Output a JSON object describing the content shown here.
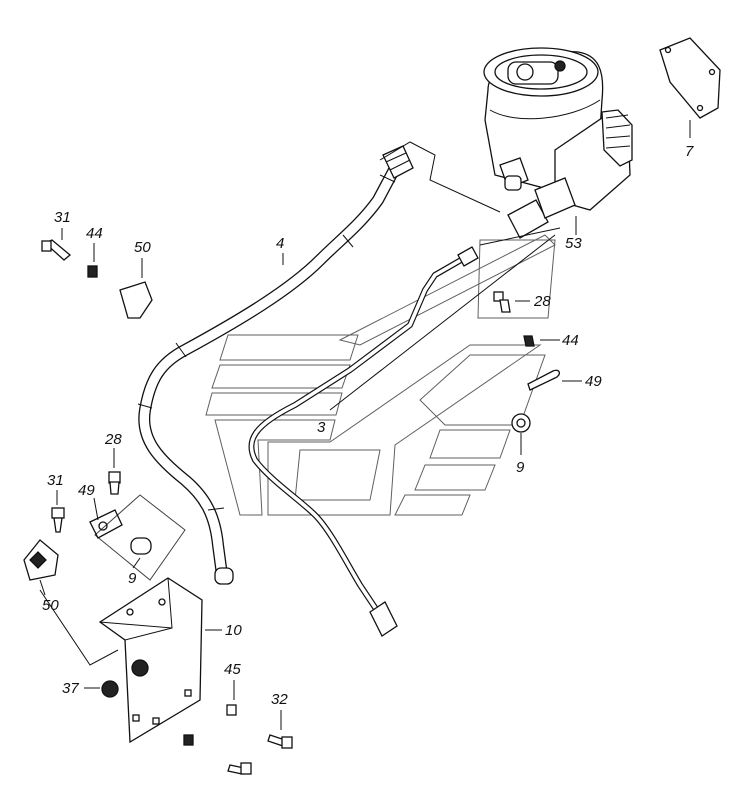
{
  "callouts": {
    "c7": "7",
    "c53": "53",
    "c4": "4",
    "c31a": "31",
    "c44a": "44",
    "c50a": "50",
    "c28a": "28",
    "c44b": "44",
    "c49a": "49",
    "c3": "3",
    "c9a": "9",
    "c28b": "28",
    "c31b": "31",
    "c49b": "49",
    "c9b": "9",
    "c50b": "50",
    "c10": "10",
    "c37": "37",
    "c45": "45",
    "c32": "32"
  }
}
